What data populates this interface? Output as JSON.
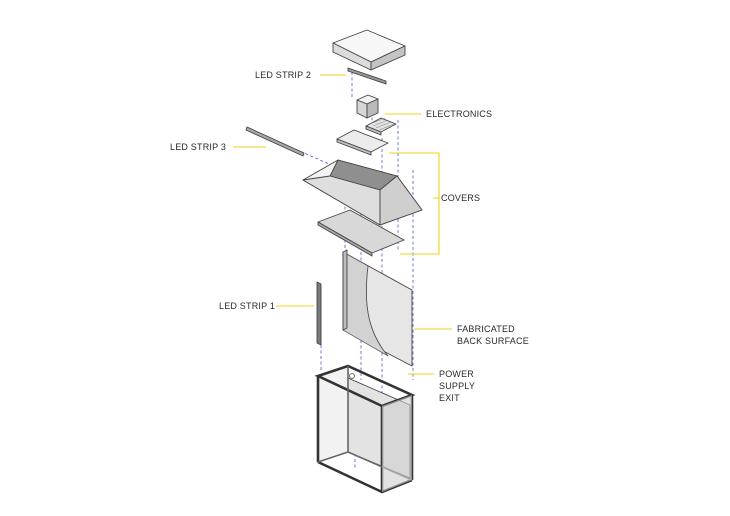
{
  "labels": {
    "led_strip_2": "LED STRIP 2",
    "electronics": "ELECTRONICS",
    "led_strip_3": "LED STRIP 3",
    "covers": "COVERS",
    "led_strip_1": "LED STRIP 1",
    "back_surface_line1": "FABRICATED",
    "back_surface_line2": "BACK SURFACE",
    "power_line1": "POWER",
    "power_line2": "SUPPLY",
    "power_line3": "EXIT"
  },
  "colors": {
    "leader": "#f0d21a",
    "dashed_guide": "#4a5fd0",
    "face_light": "#f4f4f4",
    "face_mid": "#dcdcdc",
    "face_dark": "#b8b8b8",
    "edge": "#444444"
  }
}
